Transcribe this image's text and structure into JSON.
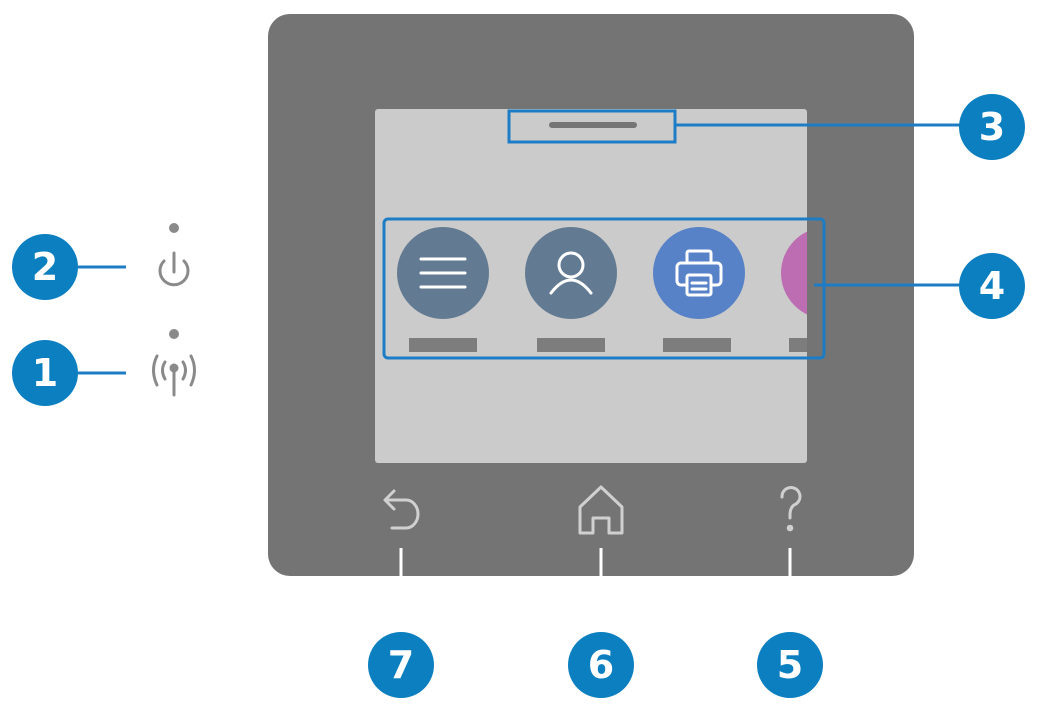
{
  "control_panel": {
    "indicators": [
      {
        "icon": "power-icon"
      },
      {
        "icon": "wireless-icon"
      }
    ],
    "screen": {
      "apps": [
        {
          "icon": "menu-icon",
          "color": "#637b92"
        },
        {
          "icon": "person-icon",
          "color": "#637b92"
        },
        {
          "icon": "printer-icon",
          "color": "#5782c8"
        },
        {
          "icon": "app-icon",
          "color": "#bd6db2"
        }
      ]
    },
    "buttons": [
      {
        "icon": "back-icon"
      },
      {
        "icon": "home-icon"
      },
      {
        "icon": "help-icon"
      }
    ]
  },
  "callouts": {
    "c1": "1",
    "c2": "2",
    "c3": "3",
    "c4": "4",
    "c5": "5",
    "c6": "6",
    "c7": "7"
  },
  "colors": {
    "callout": "#0b7fc0",
    "panel": "#747474",
    "screen": "#cbcbcb",
    "highlight": "#1c7cc5"
  }
}
